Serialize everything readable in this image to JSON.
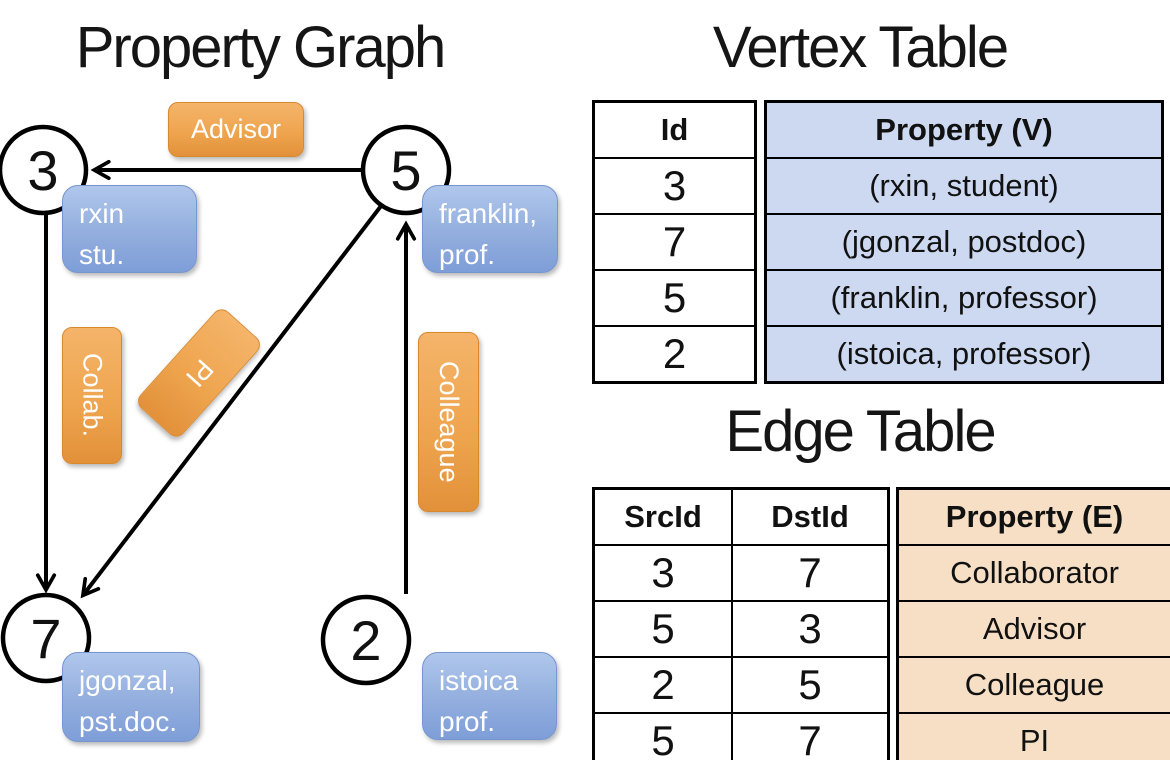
{
  "titles": {
    "graph": "Property Graph",
    "vertex": "Vertex Table",
    "edge": "Edge Table"
  },
  "graph": {
    "nodes": [
      {
        "id": "3",
        "property": "rxin\nstu."
      },
      {
        "id": "5",
        "property": "franklin,\nprof."
      },
      {
        "id": "7",
        "property": "jgonzal,\npst.doc."
      },
      {
        "id": "2",
        "property": "istoica\nprof."
      }
    ],
    "edge_labels": {
      "advisor": "Advisor",
      "collab": "Collab.",
      "pi": "PI",
      "colleague": "Colleague"
    }
  },
  "vertex_table": {
    "headers": [
      "Id",
      "Property (V)"
    ],
    "rows": [
      [
        "3",
        "(rxin, student)"
      ],
      [
        "7",
        "(jgonzal, postdoc)"
      ],
      [
        "5",
        "(franklin, professor)"
      ],
      [
        "2",
        "(istoica, professor)"
      ]
    ]
  },
  "edge_table": {
    "headers": [
      "SrcId",
      "DstId",
      "Property (E)"
    ],
    "rows": [
      [
        "3",
        "7",
        "Collaborator"
      ],
      [
        "5",
        "3",
        "Advisor"
      ],
      [
        "2",
        "5",
        "Colleague"
      ],
      [
        "5",
        "7",
        "PI"
      ]
    ]
  },
  "colors": {
    "edge_label_orange": "#EFA54F",
    "vertex_box_blue": "#93AEDE",
    "vertex_cell_blue": "#CCD9F1",
    "edge_cell_tan": "#F6DFC4",
    "line_black": "#000000"
  }
}
